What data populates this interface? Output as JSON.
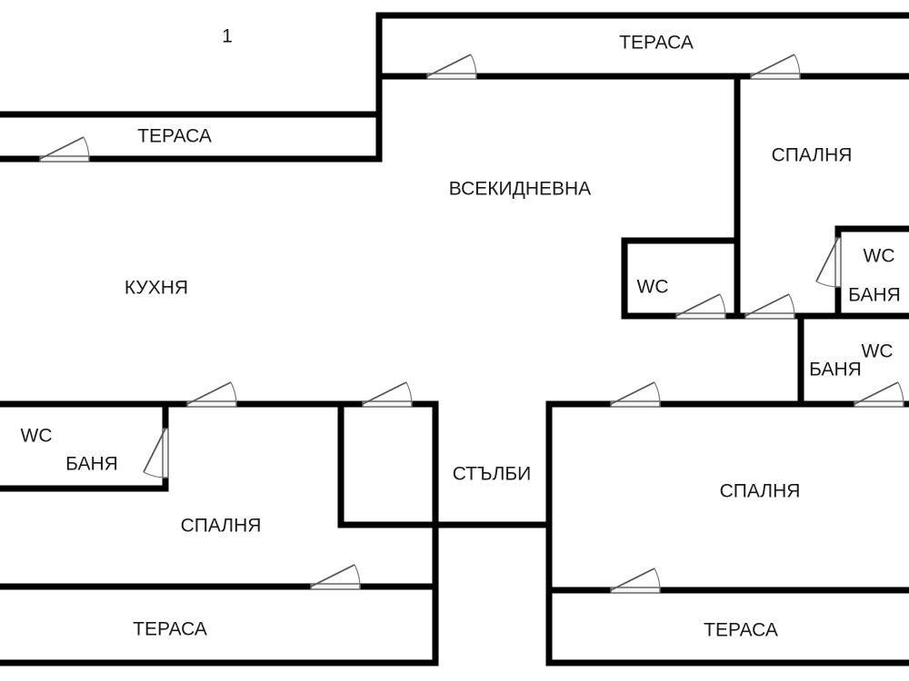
{
  "plan": {
    "labels": {
      "top_number": "1",
      "terrace_top": "ТЕРАСА",
      "terrace_left": "ТЕРАСА",
      "living_room": "ВСЕКИДНЕВНА",
      "bedroom_top_right": "СПАЛНЯ",
      "kitchen": "КУХНЯ",
      "wc_center": "WC",
      "wc_right_upper": "WC",
      "bath_right_upper": "БАНЯ",
      "wc_right_lower": "WC",
      "bath_right_lower": "БАНЯ",
      "wc_left": "WC",
      "bath_left": "БАНЯ",
      "stairs": "СТЪЛБИ",
      "bedroom_left": "СПАЛНЯ",
      "bedroom_right": "СПАЛНЯ",
      "terrace_bottom_left": "ТЕРАСА",
      "terrace_bottom_right": "ТЕРАСА"
    },
    "colors": {
      "wall": "#000000",
      "text": "#1a1a1a",
      "background": "#ffffff"
    }
  }
}
